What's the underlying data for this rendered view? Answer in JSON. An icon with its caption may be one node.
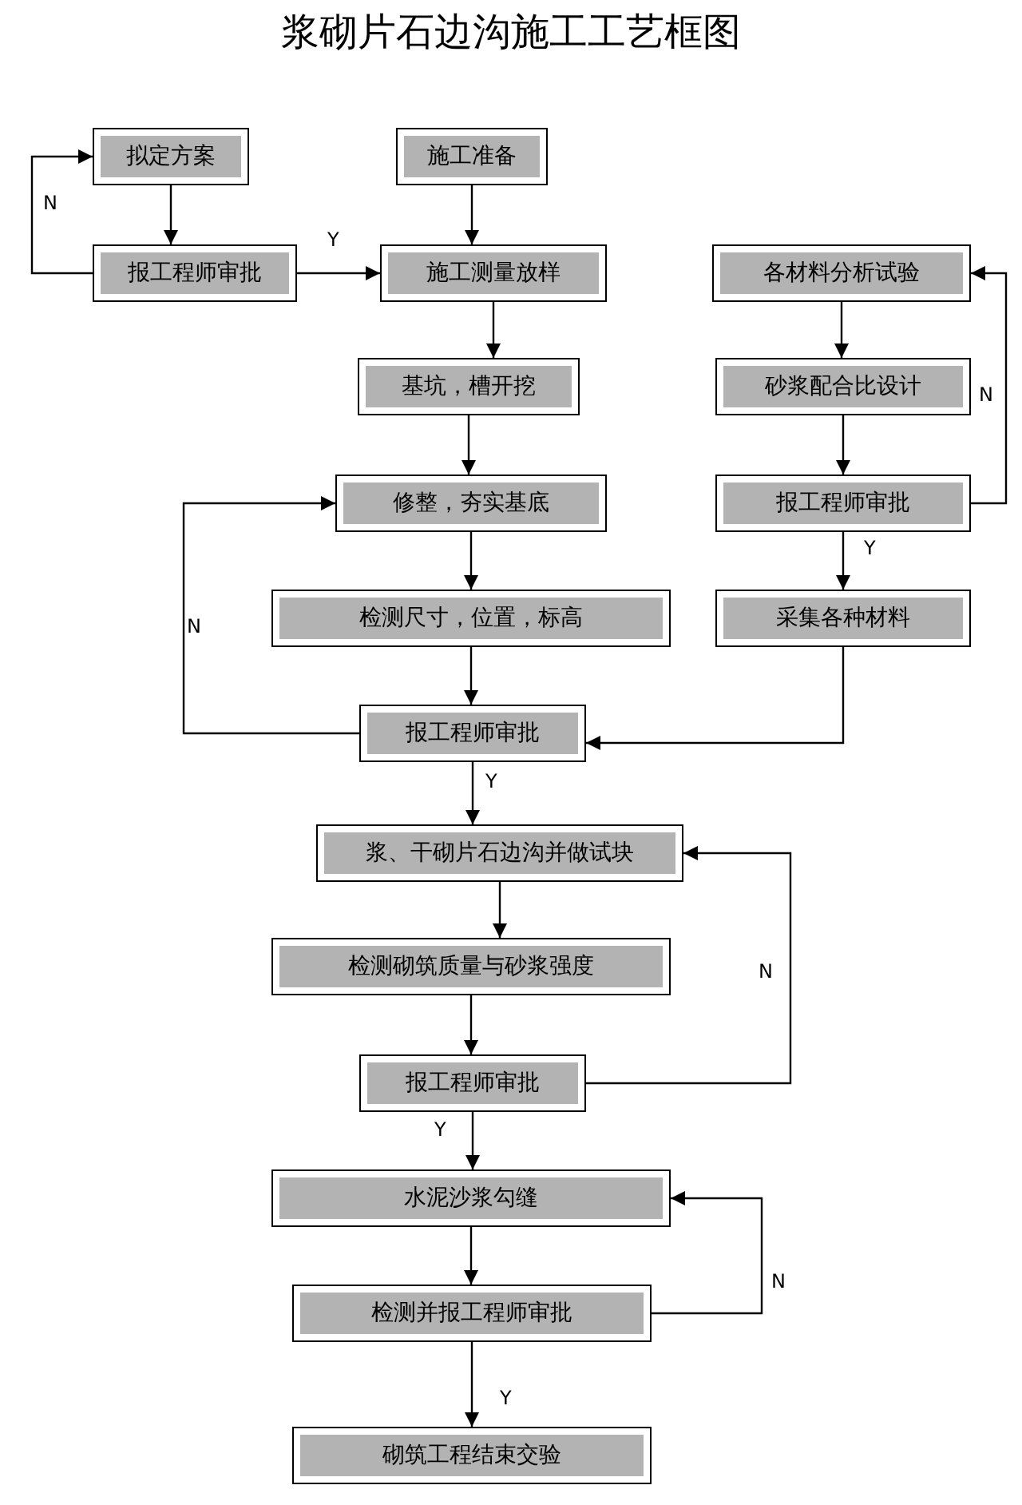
{
  "diagram": {
    "title": "浆砌片石边沟施工工艺框图",
    "nodes": [
      {
        "text": [
          "拟定方案"
        ]
      },
      {
        "text": [
          "施工准备"
        ]
      },
      {
        "text": [
          "报工程师审批"
        ]
      },
      {
        "text": [
          "施工测量放样"
        ]
      },
      {
        "text": [
          "各材料分析试验"
        ]
      },
      {
        "text": [
          "基坑，槽开挖"
        ]
      },
      {
        "text": [
          "砂浆配合比设计"
        ]
      },
      {
        "text": [
          "修整，夯实基底"
        ]
      },
      {
        "text": [
          "报工程师审批"
        ]
      },
      {
        "text": [
          "检测尺寸，位置，标高"
        ]
      },
      {
        "text": [
          "采集各种材料"
        ]
      },
      {
        "text": [
          "报工程师审批"
        ]
      },
      {
        "text": [
          "浆、干砌片石边沟并做试块"
        ]
      },
      {
        "text": [
          "检测砌筑质量与砂浆强度"
        ]
      },
      {
        "text": [
          "报工程师审批"
        ]
      },
      {
        "text": [
          "水泥沙浆勾缝"
        ]
      },
      {
        "text": [
          "检测并报工程师审批"
        ]
      },
      {
        "text": [
          "砌筑工程结束交验"
        ]
      }
    ],
    "edges": [
      {
        "from": 0,
        "to": 2,
        "arrow": "to"
      },
      {
        "from": 2,
        "to": 0,
        "arrow": "to",
        "label": "N"
      },
      {
        "from": 2,
        "to": 3,
        "arrow": "to",
        "label": "Y"
      },
      {
        "from": 1,
        "to": 3,
        "arrow": "to"
      },
      {
        "from": 3,
        "to": 5,
        "arrow": "to"
      },
      {
        "from": 5,
        "to": 7,
        "arrow": "to"
      },
      {
        "from": 7,
        "to": 9,
        "arrow": "to"
      },
      {
        "from": 9,
        "to": 11,
        "arrow": "to"
      },
      {
        "from": 11,
        "to": 7,
        "arrow": "to",
        "label": "N"
      },
      {
        "from": 4,
        "to": 6,
        "arrow": "to"
      },
      {
        "from": 6,
        "to": 8,
        "arrow": "to"
      },
      {
        "from": 8,
        "to": 4,
        "arrow": "to",
        "label": "N"
      },
      {
        "from": 8,
        "to": 10,
        "arrow": "to",
        "label": "Y"
      },
      {
        "from": 10,
        "to": 11,
        "arrow": "to"
      },
      {
        "from": 11,
        "to": 12,
        "arrow": "to",
        "label": "Y"
      },
      {
        "from": 12,
        "to": 13,
        "arrow": "to"
      },
      {
        "from": 13,
        "to": 14,
        "arrow": "to"
      },
      {
        "from": 14,
        "to": 12,
        "arrow": "to",
        "label": "N"
      },
      {
        "from": 14,
        "to": 15,
        "arrow": "to",
        "label": "Y"
      },
      {
        "from": 15,
        "to": 16,
        "arrow": "to"
      },
      {
        "from": 16,
        "to": 15,
        "arrow": "to",
        "label": "N"
      },
      {
        "from": 16,
        "to": 17,
        "arrow": "to",
        "label": "Y"
      }
    ]
  }
}
